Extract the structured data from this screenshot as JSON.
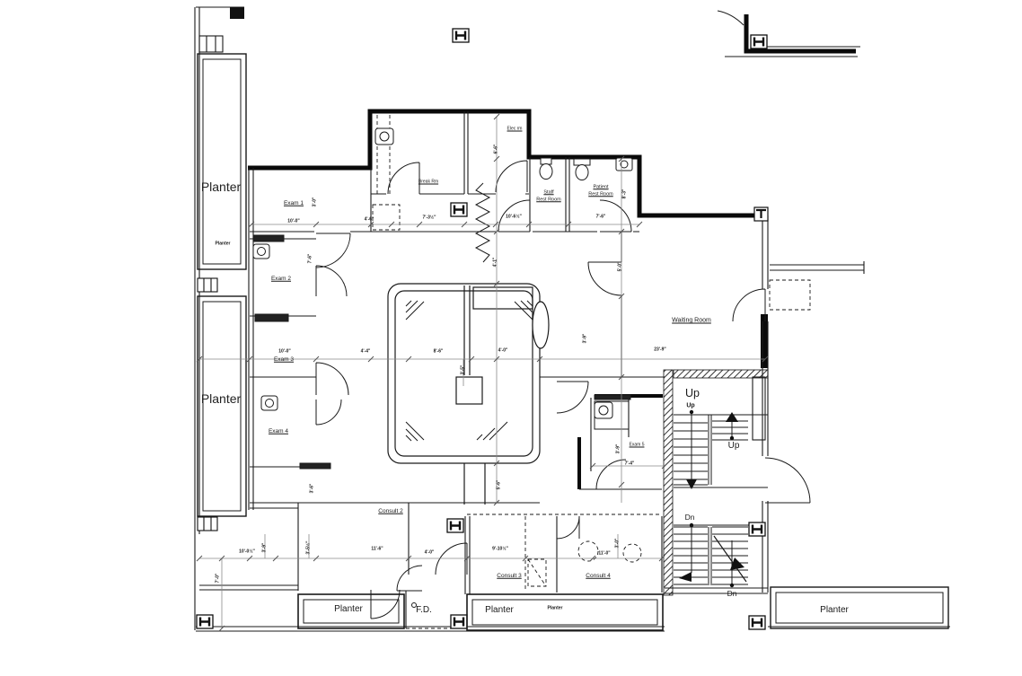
{
  "drawing_type": "architectural floor plan - medical office suite",
  "labels": {
    "planter_left_top": "Planter",
    "planter_left_top_small": "Planter",
    "planter_left_mid": "Planter",
    "planter_bottom_left": "Planter",
    "planter_bottom_center": "Planter",
    "planter_bottom_center_small": "Planter",
    "planter_bottom_right": "Planter",
    "exam1": "Exam 1",
    "exam2": "Exam 2",
    "exam3": "Exam 3",
    "exam4": "Exam 4",
    "exam5": "Exam 5",
    "consult2": "Consult 2",
    "consult3": "Consult 3",
    "consult4": "Consult 4",
    "waiting": "Waiting Room",
    "staff_rr_line1": "Staff",
    "staff_rr_line2": "Rest Room",
    "patient_rr_line1": "Patient",
    "patient_rr_line2": "Rest Room",
    "elec": "Elec rm",
    "break_rm": "Break Rm",
    "up_large": "Up",
    "up_small": "Up",
    "up_lower_flight": "Up",
    "dn_upper": "Dn",
    "dn_lower": "Dn",
    "floor_drain": "F.D."
  },
  "dimensions": {
    "d01": "10'-0\"",
    "d02": "4'-6\"",
    "d03": "7'-3½\"",
    "d04": "10'-6½\"",
    "d05": "7'-6\"",
    "d06": "10'-0\"",
    "d07": "4'-4\"",
    "d08": "8'-6\"",
    "d09": "4'-0\"",
    "d10": "23'-9\"",
    "d11": "10'-0½\"",
    "d12": "11'-6\"",
    "d13": "4'-0\"",
    "d14": "9'-10½\"",
    "d15": "11'-0\"",
    "d16": "7'-4\"",
    "v01": "3'-0\"",
    "v02": "7'-6\"",
    "v03": "6'-6\"",
    "v04": "4'-1\"",
    "v05": "8'-3\"",
    "v06": "5'-0\"",
    "v07": "3'-9\"",
    "v08": "3'-5\"",
    "v09": "3'-9\"",
    "v10": "3'-6\"",
    "v11": "5'-6\"",
    "v12": "3'-9\"",
    "v13": "3'-5½\"",
    "v14": "3'-0\"",
    "v15": "7'-0\""
  },
  "colors": {
    "line": "#1a1a1a",
    "dimension_line": "#8a8a8a",
    "background": "#ffffff"
  }
}
